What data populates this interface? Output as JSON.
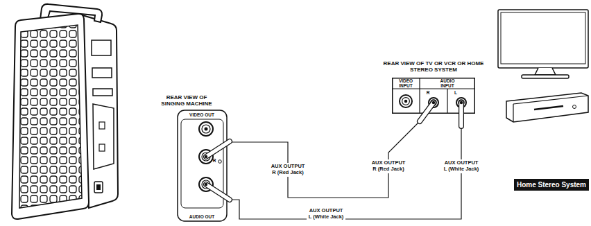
{
  "diagram": {
    "nodes": [
      {
        "text": [
          "REAR VIEW OF SINGING MACHINE",
          "VIDEO OUT",
          "R",
          "AUDIO OUT"
        ]
      },
      {
        "text": [
          "REAR VIEW OF TV OR VCR OR HOME STEREO SYSTEM",
          "VIDEO INPUT",
          "AUDIO INPUT",
          "R",
          "L"
        ]
      },
      {
        "text": [
          "Home Stereo System"
        ]
      }
    ],
    "edges": [
      {
        "from": 0,
        "to": 1,
        "arrow": "none",
        "label": "AUX OUTPUT R (Red Jack)"
      },
      {
        "from": 0,
        "to": 1,
        "arrow": "none",
        "label": "AUX OUTPUT L (White Jack)"
      }
    ],
    "labels": [
      "AUX OUTPUT R (Red Jack)",
      "AUX OUTPUT L (White Jack)"
    ]
  }
}
